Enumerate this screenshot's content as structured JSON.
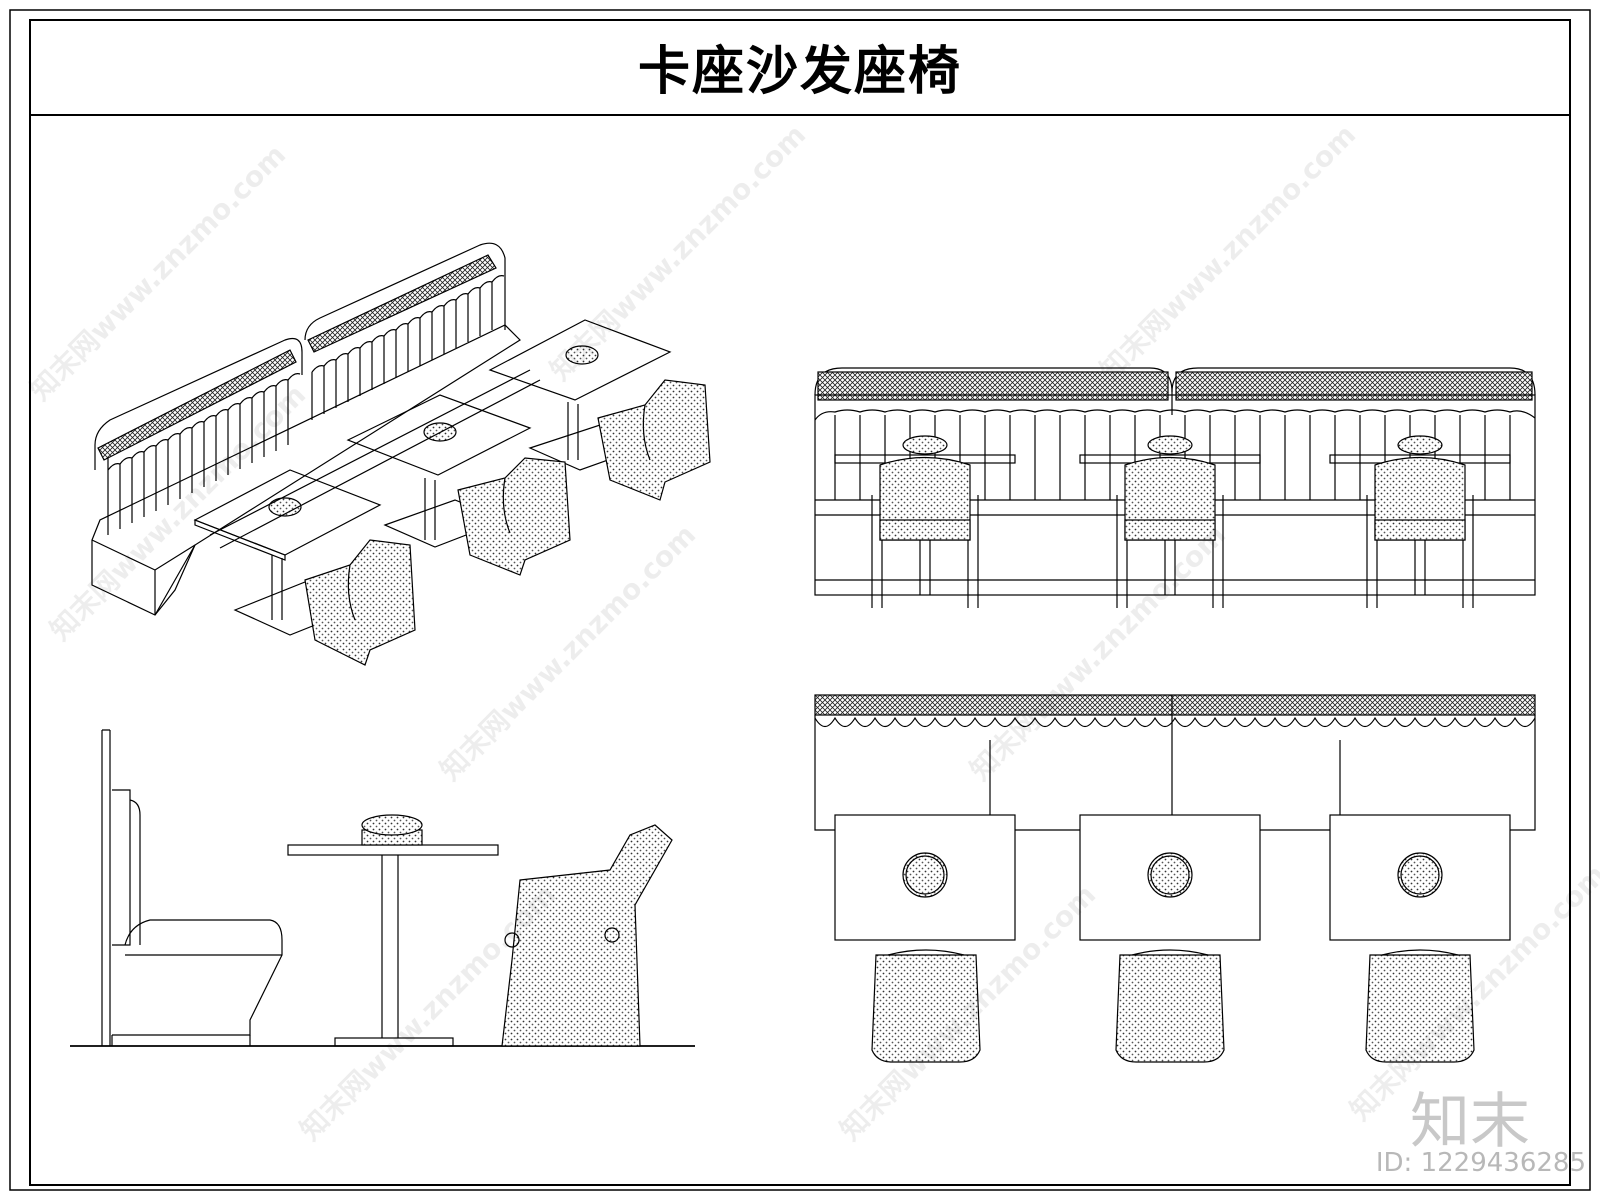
{
  "title": "卡座沙发座椅",
  "watermark": "知末网www.znzmo.com",
  "logo_text": "知末",
  "id_text": "ID: 1229436285",
  "colors": {
    "line": "#000000",
    "hatch": "#555555",
    "watermark": "#e6e6e6"
  },
  "views": [
    {
      "name": "isometric-view",
      "icon": "booth-isometric-drawing"
    },
    {
      "name": "front-elevation",
      "icon": "booth-front-elevation-drawing"
    },
    {
      "name": "side-elevation",
      "icon": "booth-side-elevation-drawing"
    },
    {
      "name": "plan-view",
      "icon": "booth-plan-view-drawing"
    }
  ]
}
